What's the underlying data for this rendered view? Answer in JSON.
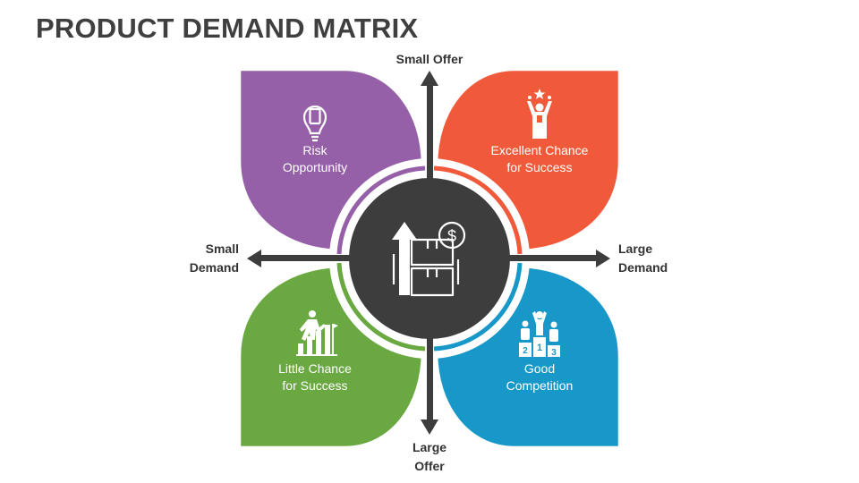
{
  "title": "PRODUCT DEMAND MATRIX",
  "axes": {
    "top": [
      "Small Offer"
    ],
    "bottom": [
      "Large",
      "Offer"
    ],
    "left": [
      "Small",
      "Demand"
    ],
    "right": [
      "Large",
      "Demand"
    ]
  },
  "quadrants": {
    "top_left": {
      "lines": [
        "Risk",
        "Opportunity"
      ],
      "color": "#9660a8",
      "icon": "lightbulb-icon"
    },
    "top_right": {
      "lines": [
        "Excellent Chance",
        "for Success"
      ],
      "color": "#f05a3a",
      "icon": "winner-icon"
    },
    "bottom_left": {
      "lines": [
        "Little Chance",
        "for Success"
      ],
      "color": "#6aa842",
      "icon": "climbing-steps-icon"
    },
    "bottom_right": {
      "lines": [
        "Good",
        "Competition"
      ],
      "color": "#1898c8",
      "icon": "podium-icon"
    }
  },
  "center": {
    "color": "#3d3d3d",
    "icon": "product-box-growth-icon"
  },
  "arrow_color": "#3d3d3d"
}
